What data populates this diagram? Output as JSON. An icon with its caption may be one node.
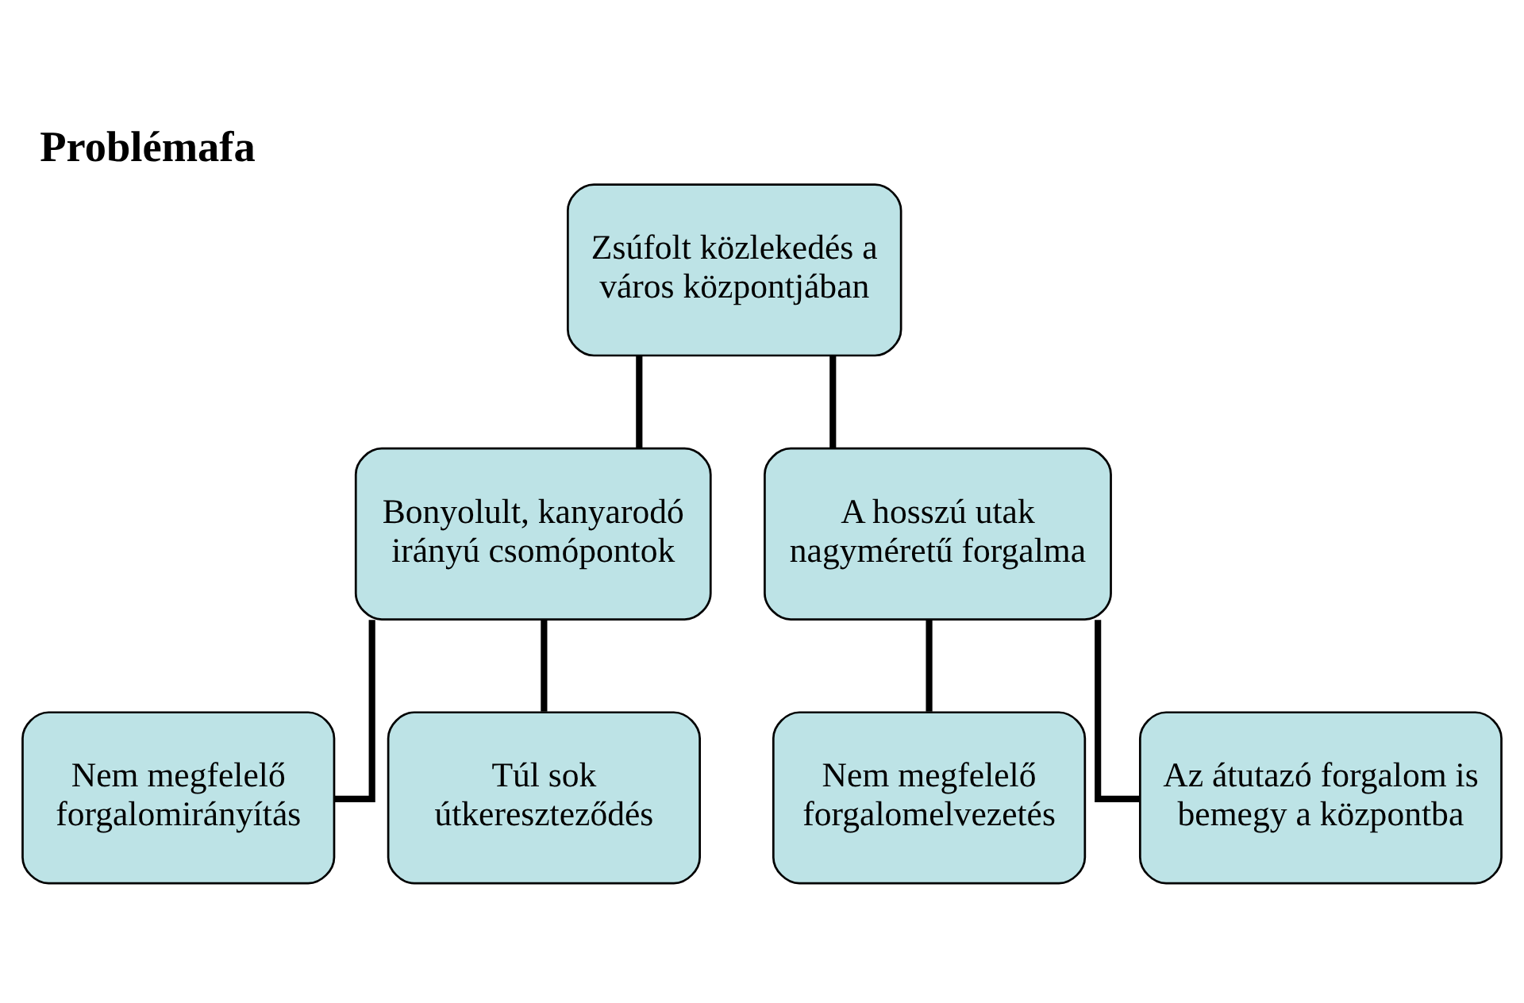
{
  "diagram": {
    "title": "Problémafa",
    "nodes": [
      {
        "text": [
          "Zsúfolt közlekedés a város központjában"
        ]
      },
      {
        "text": [
          "Bonyolult, kanyarodó irányú csomópontok"
        ]
      },
      {
        "text": [
          "A hosszú utak nagyméretű forgalma"
        ]
      },
      {
        "text": [
          "Nem megfelelő forgalomirányítás"
        ]
      },
      {
        "text": [
          "Túl sok útkereszteződés"
        ]
      },
      {
        "text": [
          "Nem megfelelő forgalomelvezetés"
        ]
      },
      {
        "text": [
          "Az átutazó forgalom is bemegy a központba"
        ]
      }
    ],
    "edges": [
      {
        "from": 0,
        "to": 1,
        "arrow": "none"
      },
      {
        "from": 0,
        "to": 2,
        "arrow": "none"
      },
      {
        "from": 1,
        "to": 3,
        "arrow": "none"
      },
      {
        "from": 1,
        "to": 4,
        "arrow": "none"
      },
      {
        "from": 2,
        "to": 5,
        "arrow": "none"
      },
      {
        "from": 2,
        "to": 6,
        "arrow": "none"
      }
    ]
  }
}
